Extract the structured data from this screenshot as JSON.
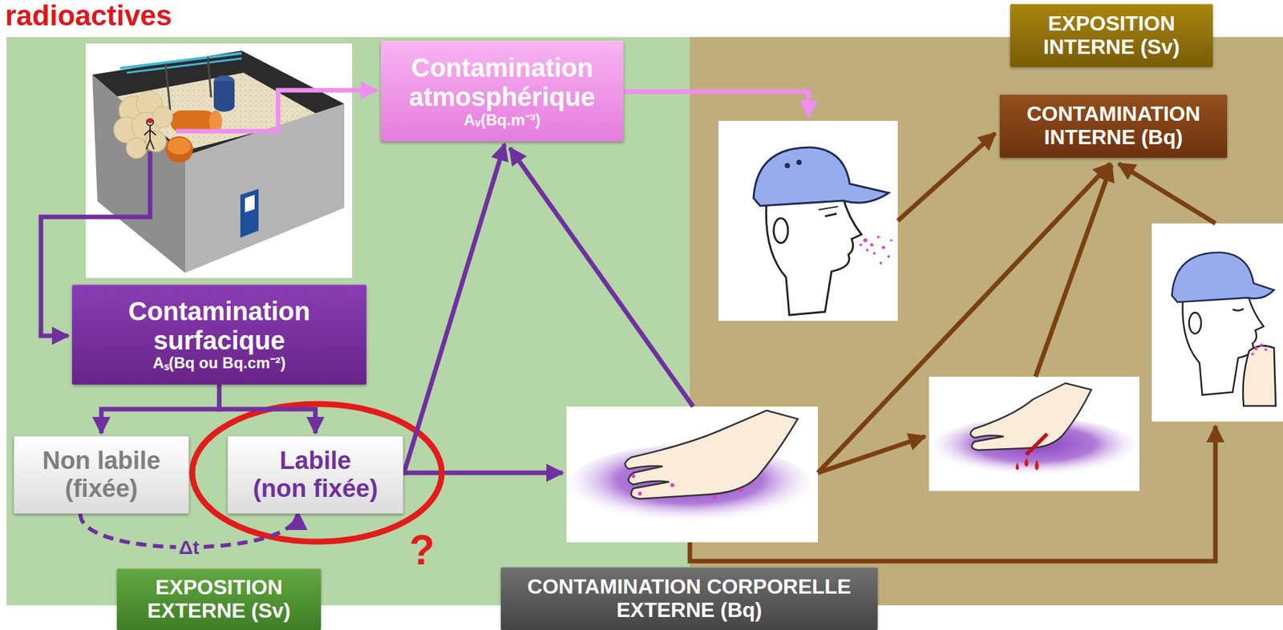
{
  "diagram": {
    "nodes": [
      {
        "text": [
          "EXPOSITION INTERNE (Sv)"
        ]
      },
      {
        "text": [
          "Contamination atmosphérique",
          "Aᵥ(Bq.m⁻³)"
        ]
      },
      {
        "text": [
          "CONTAMINATION INTERNE (Bq)"
        ]
      },
      {
        "text": [
          "Contamination surfacique",
          "Aₛ(Bq ou Bq.cm⁻²)"
        ]
      },
      {
        "text": [
          "Non labile (fixée)"
        ]
      },
      {
        "text": [
          "Labile (non fixée)"
        ]
      },
      {
        "text": [
          "EXPOSITION EXTERNE (Sv)"
        ]
      },
      {
        "text": [
          "CONTAMINATION CORPORELLE EXTERNE (Bq)"
        ]
      }
    ],
    "edges": [
      {
        "from": 3,
        "to": 4,
        "arrow": "to"
      },
      {
        "from": 3,
        "to": 5,
        "arrow": "to"
      },
      {
        "from": 4,
        "to": 5,
        "label": "Δt",
        "arrow": "to"
      },
      {
        "from": 5,
        "to": 1,
        "arrow": "to"
      }
    ],
    "labels": [
      "radioactives",
      "?"
    ]
  }
}
